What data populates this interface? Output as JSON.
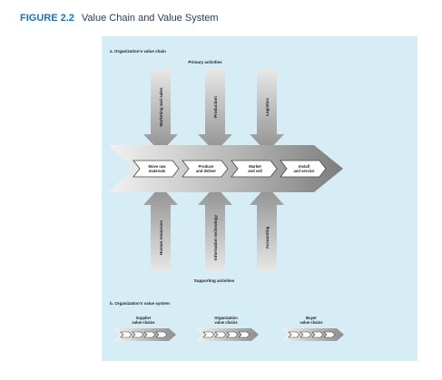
{
  "figure": {
    "number": "FIGURE 2.2",
    "title": "Value Chain and Value System"
  },
  "value_chain": {
    "heading": "a. Organization's value chain",
    "primary_label": "Primary activities",
    "supporting_label": "Supporting activities",
    "primary_activities": [
      "Marketing and sales",
      "Production",
      "Logistics"
    ],
    "supporting_activities": [
      "Human resources",
      "Information technology",
      "Accounting"
    ],
    "chain_steps": [
      [
        "Move raw",
        "materials"
      ],
      [
        "Produce",
        "and deliver"
      ],
      [
        "Market",
        "and sell"
      ],
      [
        "Install",
        "and service"
      ]
    ]
  },
  "value_system": {
    "heading": "b. Organization's value system",
    "chains": [
      [
        "Supplier",
        "value chains"
      ],
      [
        "Organization",
        "value chains"
      ],
      [
        "Buyer",
        "value chains"
      ]
    ]
  },
  "colors": {
    "panel_bg": "#d7edf6",
    "title_blue": "#1e73be",
    "arrow_dark": "#9a9a9a",
    "arrow_light": "#e3e3e3"
  }
}
